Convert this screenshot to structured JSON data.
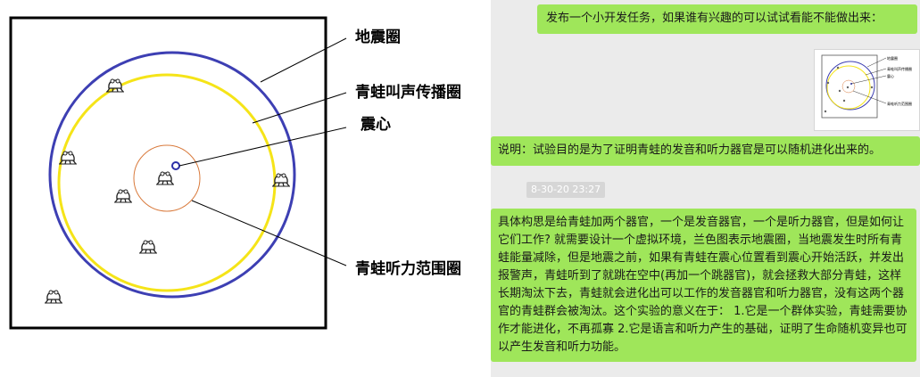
{
  "diagram": {
    "labels": {
      "earthquake_circle": "地震圈",
      "croak_circle": "青蛙叫声传播圈",
      "epicenter": "震心",
      "hearing_circle": "青蛙听力范围圈"
    },
    "colors": {
      "earthquake_circle": "#3d3fb3",
      "croak_circle": "#f5e418",
      "hearing_circle": "#d97a3c",
      "epicenter": "#2b2fa8"
    }
  },
  "chat": {
    "messages": {
      "task": "发布一个小开发任务，如果谁有兴趣的可以试试看能不能做出来：",
      "purpose": "说明：试验目的是为了证明青蛙的发音和听力器官是可以随机进化出来的。",
      "timestamp": "8-30-20 23:27",
      "details": "具体构思是给青蛙加两个器官，一个是发音器官，一个是听力器官，但是如何让它们工作? 就需要设计一个虚拟环境，兰色图表示地震圈，当地震发生时所有青蛙能量减除，但是地震之前，如果有青蛙在震心位置看到震心开始活跃，并发出报警声，青蛙听到了就跳在空中(再加一个跳器官)，就会拯救大部分青蛙，这样长期淘汰下去，青蛙就会进化出可以工作的发音器官和听力器官，没有这两个器官的青蛙群会被淘汰。这个实验的意义在于： 1.它是一个群体实验，青蛙需要协作才能进化，不再孤寡 2.它是语言和听力产生的基础，证明了生命随机变异也可以产生发音和听力功能。"
    },
    "thumbnail": {
      "labels": [
        "地震圈",
        "青蛙叫声传播圈",
        "震心",
        "青蛙听力范围圈"
      ]
    }
  }
}
